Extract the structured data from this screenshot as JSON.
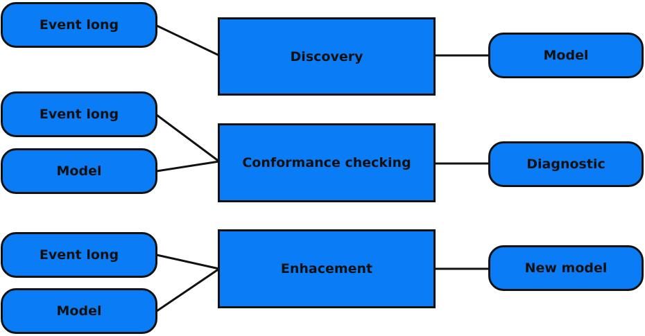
{
  "rows": [
    {
      "inputs": [
        "Event long"
      ],
      "process": "Discovery",
      "output": "Model"
    },
    {
      "inputs": [
        "Event long",
        "Model"
      ],
      "process": "Conformance checking",
      "output": "Diagnostic"
    },
    {
      "inputs": [
        "Event long",
        "Model"
      ],
      "process": "Enhacement",
      "output": "New model"
    }
  ],
  "colors": {
    "box_fill": "#0a7cf6",
    "stroke": "#111111",
    "text": "#111111"
  }
}
